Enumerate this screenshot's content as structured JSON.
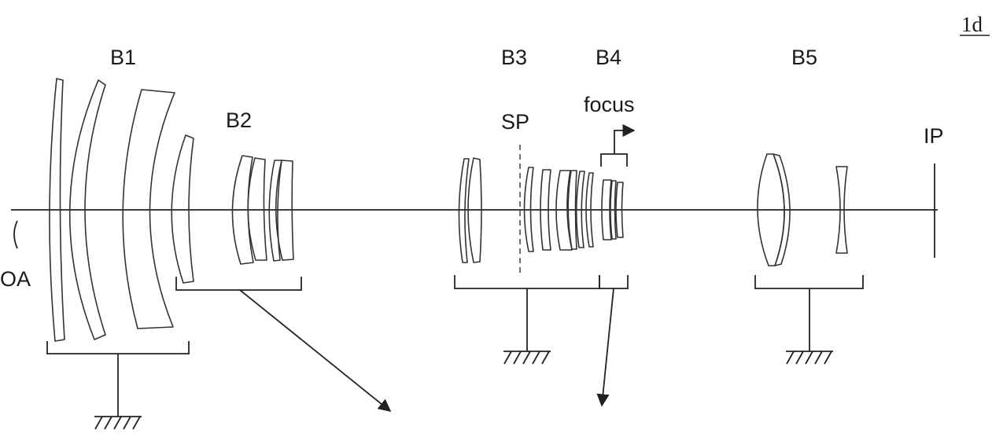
{
  "figure_label": "1d",
  "groups": {
    "b1": "B1",
    "b2": "B2",
    "b3": "B3",
    "b4": "B4",
    "b5": "B5"
  },
  "labels": {
    "aperture_stop": "SP",
    "focus": "focus",
    "image_plane": "IP",
    "optical_axis": "OA"
  }
}
